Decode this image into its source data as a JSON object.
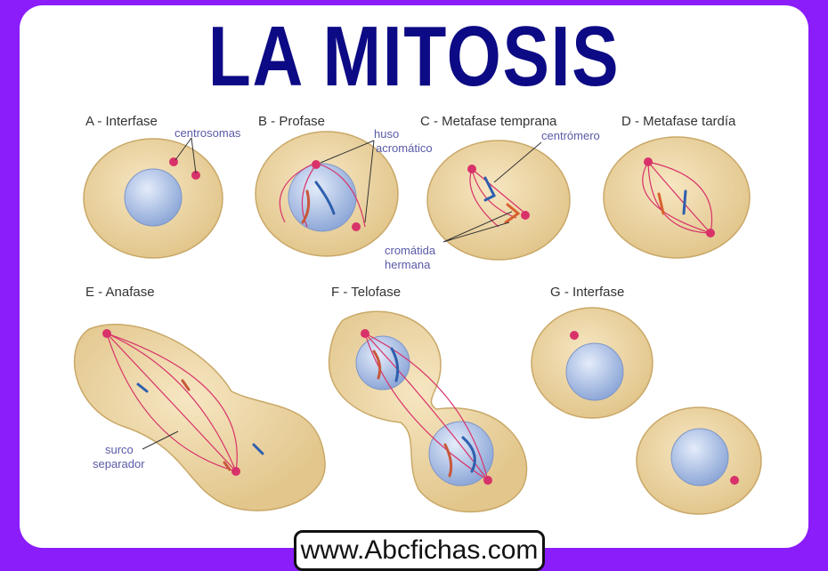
{
  "title": "LA MITOSIS",
  "phases": [
    {
      "label": "A - Interfase"
    },
    {
      "label": "B - Profase"
    },
    {
      "label": "C - Metafase temprana"
    },
    {
      "label": "D - Metafase tardía"
    },
    {
      "label": "E - Anafase"
    },
    {
      "label": "F - Telofase"
    },
    {
      "label": "G - Interfase"
    }
  ],
  "annotations": {
    "centrosomas": "centrosomas",
    "huso_1": "huso",
    "huso_2": "acromático",
    "centromero": "centrómero",
    "cromatida_1": "cromátida",
    "cromatida_2": "hermana",
    "surco_1": "surco",
    "surco_2": "separador"
  },
  "footer": "www.Abcfichas.com",
  "colors": {
    "frame": "#8b1dfb",
    "title": "#0c0a84",
    "cell": "#eed9aa",
    "nucleus": "#a9bfe6",
    "spindle": "#d8326a"
  }
}
